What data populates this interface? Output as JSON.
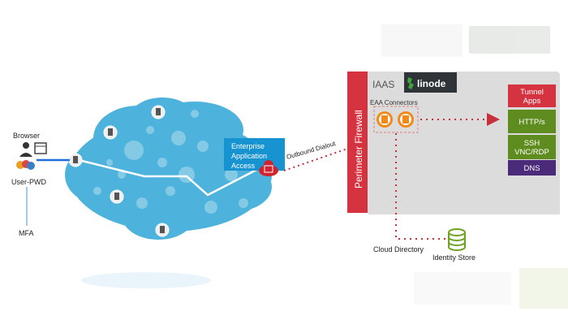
{
  "user": {
    "browser_label": "Browser",
    "credential_label": "User-PWD",
    "mfa_label": "MFA"
  },
  "cloud": {
    "eaa_label_lines": [
      "Enterprise",
      "Application",
      "Access"
    ]
  },
  "link": {
    "outbound_label": "Outbound Dialout"
  },
  "firewall": {
    "label": "Perimeter Firewall"
  },
  "iaas": {
    "label": "IAAS",
    "provider": "linode",
    "connectors_label": "EAA Connectors"
  },
  "apps": [
    {
      "lines": [
        "Tunnel",
        "Apps"
      ],
      "color": "#d63341"
    },
    {
      "lines": [
        "HTTP/s"
      ],
      "color": "#5f8c1e"
    },
    {
      "lines": [
        "SSH",
        "VNC/RDP"
      ],
      "color": "#5f8c1e"
    },
    {
      "lines": [
        "DNS"
      ],
      "color": "#4b2a7a"
    }
  ],
  "directory": {
    "cloud_directory_label": "Cloud Directory",
    "identity_store_label": "Identity Store"
  },
  "colors": {
    "cloud": "#4db3dc",
    "eaa_box": "#1793d1",
    "firewall": "#d63341",
    "connector": "#f28a1a",
    "dotted": "#c8303a",
    "iaas_bg": "#dcdcdc",
    "linode_bg": "#2f3438",
    "identity": "#6ea322"
  }
}
